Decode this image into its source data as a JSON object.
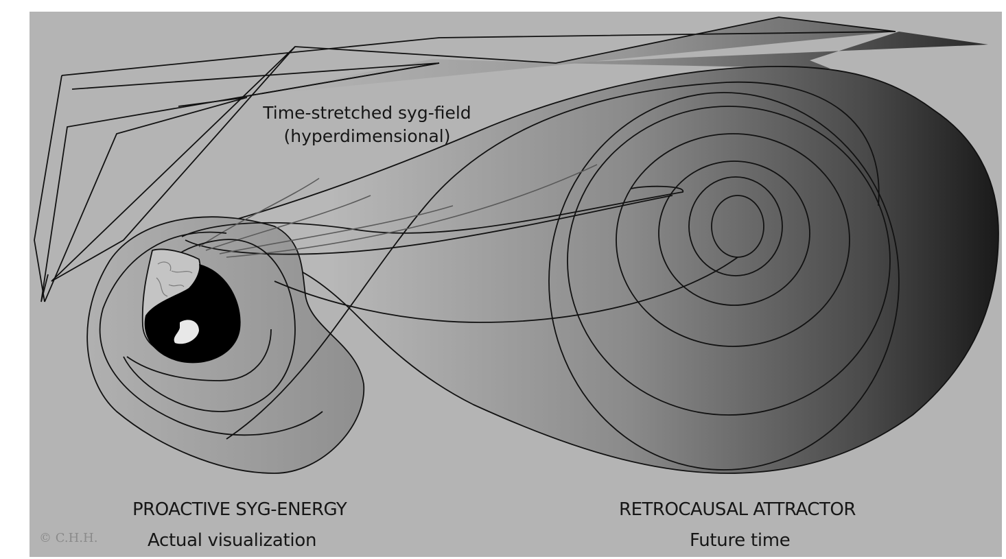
{
  "labels": {
    "field_line1": "Time-stretched syg-field",
    "field_line2": "(hyperdimensional)",
    "left_title": "PROACTIVE SYG-ENERGY",
    "left_subtitle": "Actual visualization",
    "right_title": "RETROCAUSAL ATTRACTOR",
    "right_subtitle": "Future time",
    "copyright": "© C.H.H."
  },
  "colors": {
    "background": "#b4b4b4",
    "stroke": "#111111",
    "dark": "#000000",
    "text": "#161616"
  }
}
